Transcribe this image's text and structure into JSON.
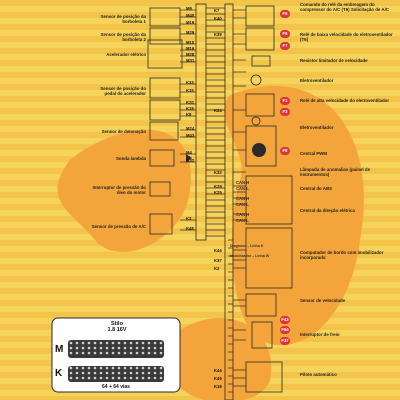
{
  "colors": {
    "background": "#f6d35a",
    "stripe": "#f2c54a",
    "blob": "#f3a53c",
    "wire": "#2a2a2a",
    "badge": "#e0323a",
    "label": "#1e1e1e"
  },
  "left_labels": [
    {
      "text": "Sensor de posição da borboleta 1"
    },
    {
      "text": "Sensor de posição da borboleta 2"
    },
    {
      "text": "Acelerador elétrico"
    },
    {
      "text": "Sensor de posição do pedal do acelerador"
    },
    {
      "text": "Sensor de detonação"
    },
    {
      "text": "Sonda lambda"
    },
    {
      "text": "Interruptor de pressão do óleo do motor"
    },
    {
      "text": "Sensor de pressão de A/C"
    }
  ],
  "right_labels": [
    {
      "text": "Comando do relé da embreagem do compressor do A/C (T6) Solicitação de A/C"
    },
    {
      "text": "Relé de baixa velocidade do eletroventilador (T6)"
    },
    {
      "text": "Resistor limitador de velocidade"
    },
    {
      "text": "Eletroventilador"
    },
    {
      "text": "Relé de alta velocidade do eletroventilador"
    },
    {
      "text": "Eletroventilador"
    },
    {
      "text": "Central PWM"
    },
    {
      "text": "Lâmpada de anomalias (painel de instrumentos)"
    },
    {
      "text": "Central do ABS"
    },
    {
      "text": "Central da direção elétrica"
    },
    {
      "text": "Computador de bordo com imobilizador incorporado"
    },
    {
      "text": "Sensor de velocidade"
    },
    {
      "text": "Interruptor de freio"
    },
    {
      "text": "Piloto automático"
    }
  ],
  "ecu_pins": [
    {
      "text": "M9"
    },
    {
      "text": "M40"
    },
    {
      "text": "M19"
    },
    {
      "text": "M29"
    },
    {
      "text": "M10"
    },
    {
      "text": "M16"
    },
    {
      "text": "M28"
    },
    {
      "text": "M31"
    },
    {
      "text": "K33"
    },
    {
      "text": "K15"
    },
    {
      "text": "K20"
    },
    {
      "text": "K19"
    },
    {
      "text": "K8"
    },
    {
      "text": "M24"
    },
    {
      "text": "M43"
    },
    {
      "text": "M4"
    },
    {
      "text": "M32"
    },
    {
      "text": "K3"
    },
    {
      "text": "K48"
    }
  ],
  "right_pins": [
    {
      "text": "K7"
    },
    {
      "text": "K40"
    },
    {
      "text": "K39"
    },
    {
      "text": "K24"
    },
    {
      "text": "K32"
    },
    {
      "text": "K29"
    },
    {
      "text": "K25"
    },
    {
      "text": "K44"
    },
    {
      "text": "K37"
    },
    {
      "text": "K2"
    },
    {
      "text": "K44"
    },
    {
      "text": "K45"
    },
    {
      "text": "K18"
    }
  ],
  "fuse_badges": [
    {
      "text": "F5"
    },
    {
      "text": "F6"
    },
    {
      "text": "F7"
    },
    {
      "text": "F1"
    },
    {
      "text": "F3"
    },
    {
      "text": "F8"
    },
    {
      "text": "F43"
    },
    {
      "text": "F64"
    },
    {
      "text": "F37"
    }
  ],
  "bus_lines": [
    {
      "text": "CAN H"
    },
    {
      "text": "CAN L"
    },
    {
      "text": "CAN H"
    },
    {
      "text": "CAN L"
    },
    {
      "text": "CAN H"
    },
    {
      "text": "CAN L"
    },
    {
      "text": "Diagnose – Linha K"
    },
    {
      "text": "Imobilizador – Linha W"
    }
  ],
  "connector": {
    "title": "Stilo",
    "subtitle": "1.8 16V",
    "letter_top": "M",
    "letter_bottom": "K",
    "footer": "64 + 64 vias"
  }
}
